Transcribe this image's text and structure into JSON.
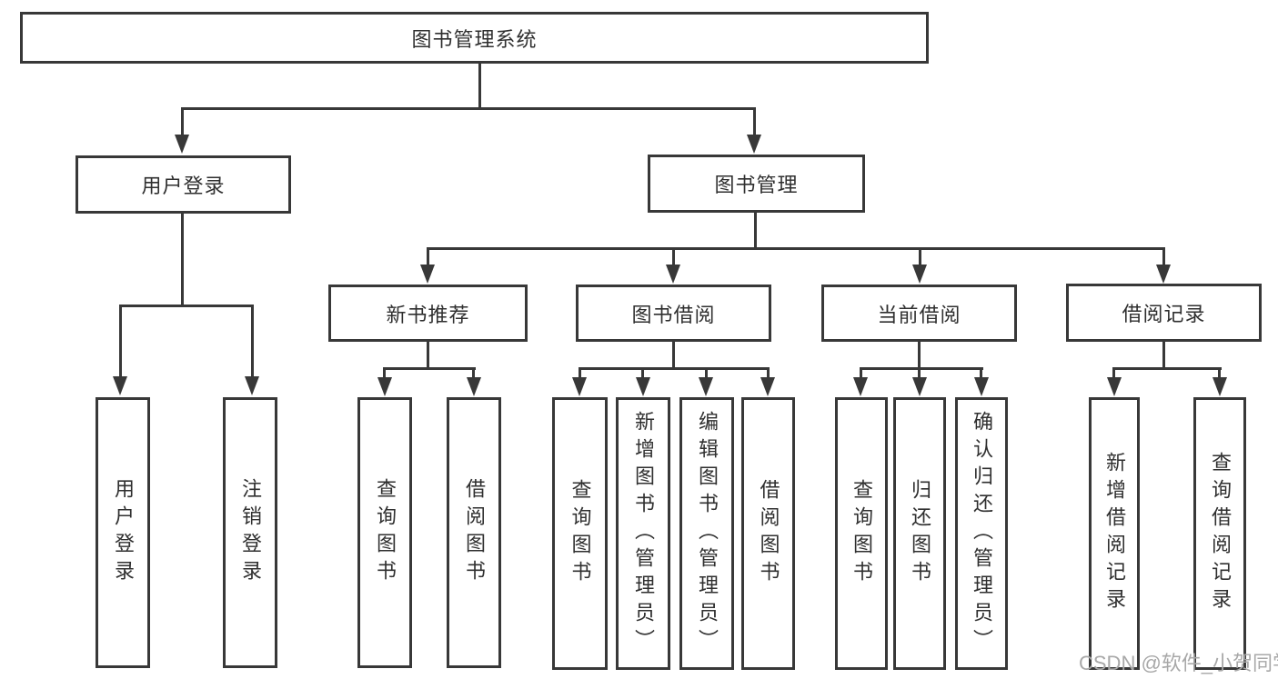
{
  "diagram": {
    "root": {
      "label": "图书管理系统"
    },
    "branches": [
      {
        "label": "用户登录",
        "children": [
          {
            "label": "用户登录"
          },
          {
            "label": "注销登录"
          }
        ]
      },
      {
        "label": "图书管理",
        "children": [
          {
            "label": "新书推荐",
            "children": [
              {
                "label": "查询图书"
              },
              {
                "label": "借阅图书"
              }
            ]
          },
          {
            "label": "图书借阅",
            "children": [
              {
                "label": "查询图书"
              },
              {
                "label": "新增图书（管理员）"
              },
              {
                "label": "编辑图书（管理员）"
              },
              {
                "label": "借阅图书"
              }
            ]
          },
          {
            "label": "当前借阅",
            "children": [
              {
                "label": "查询图书"
              },
              {
                "label": "归还图书"
              },
              {
                "label": "确认归还（管理员）"
              }
            ]
          },
          {
            "label": "借阅记录",
            "children": [
              {
                "label": "新增借阅记录"
              },
              {
                "label": "查询借阅记录"
              }
            ]
          }
        ]
      }
    ],
    "watermark": "CSDN @软件_小贺同学",
    "colors": {
      "line": "#383838",
      "box_border": "#383838",
      "text": "#2f2f2f",
      "watermark": "#a8a8a8",
      "background": "#ffffff"
    }
  }
}
